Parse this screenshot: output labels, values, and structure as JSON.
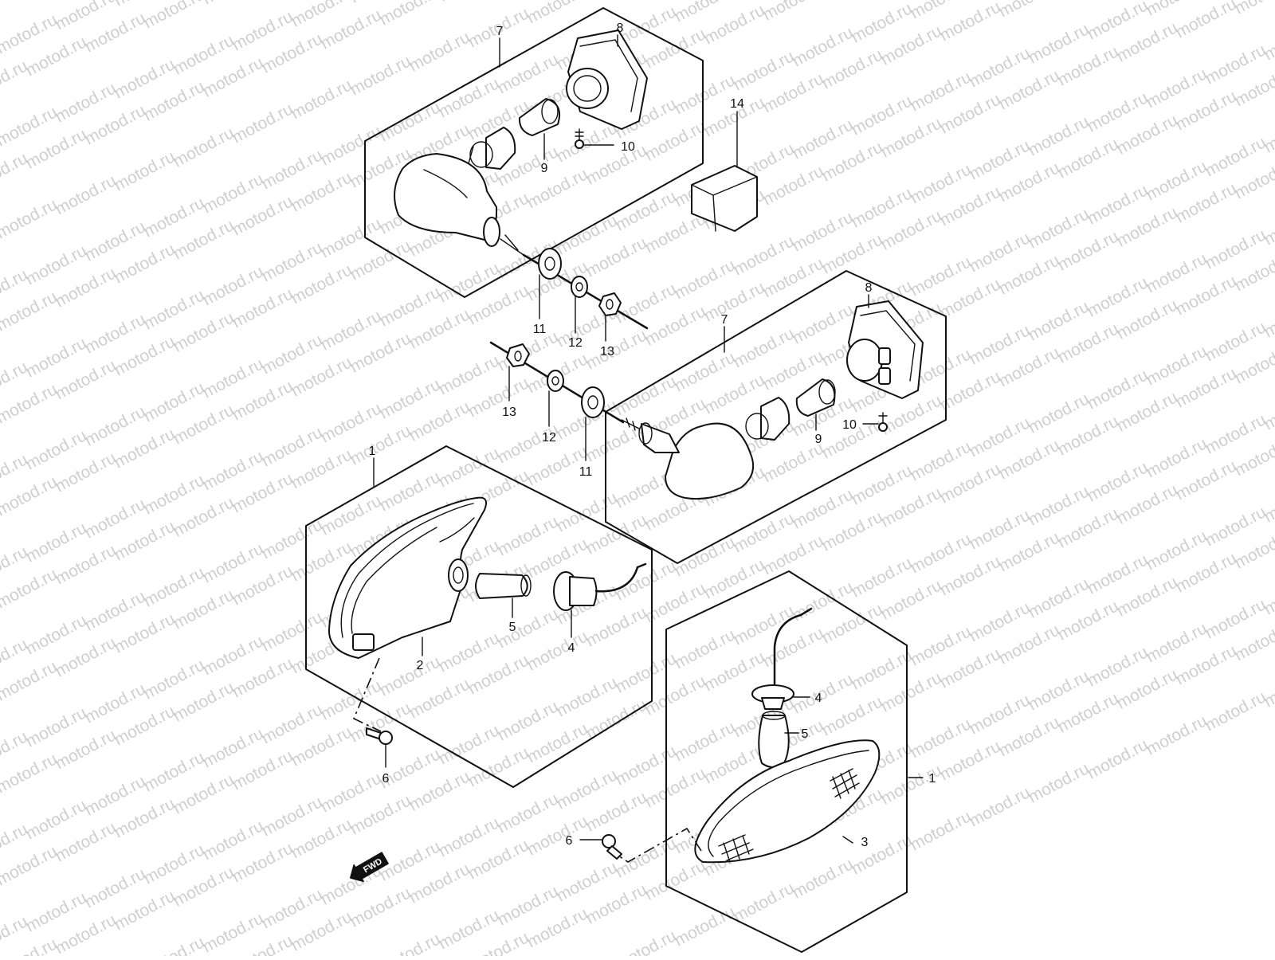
{
  "watermark": {
    "text": "motod.ru"
  },
  "fwd": {
    "label": "FWD"
  },
  "callouts": {
    "c7a": "7",
    "c8a": "8",
    "c9a": "9",
    "c10a": "10",
    "c14": "14",
    "c11a": "11",
    "c12a": "12",
    "c13a": "13",
    "c7b": "7",
    "c8b": "8",
    "c9b": "9",
    "c10b": "10",
    "c13b": "13",
    "c12b": "12",
    "c11b": "11",
    "c1a": "1",
    "c2": "2",
    "c4a": "4",
    "c5a": "5",
    "c6a": "6",
    "c1b": "1",
    "c3": "3",
    "c4b": "4",
    "c5b": "5",
    "c6b": "6"
  }
}
